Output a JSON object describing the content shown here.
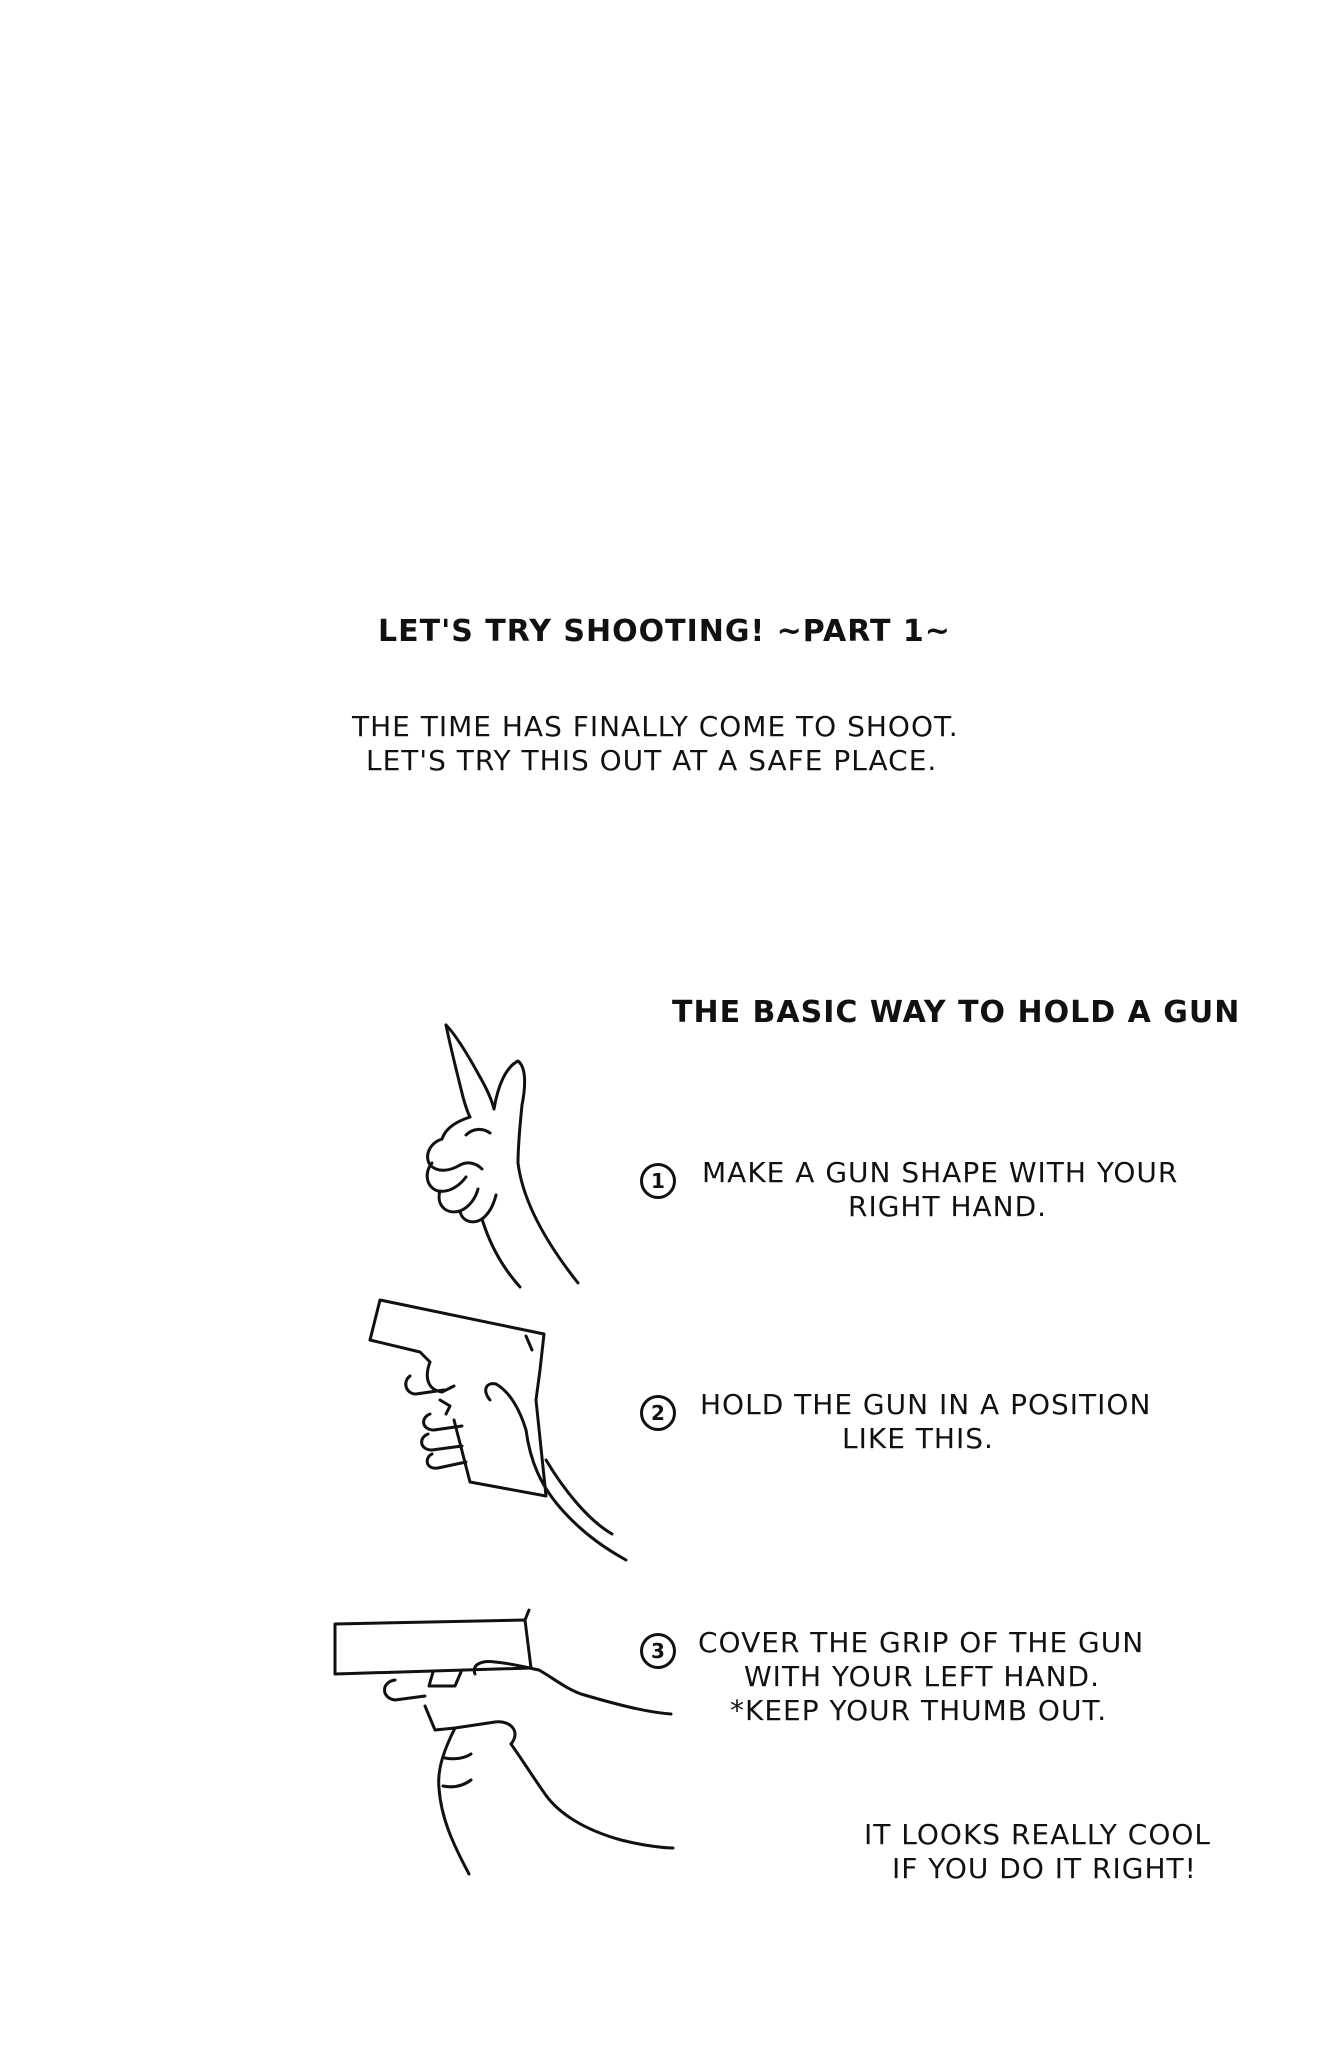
{
  "header": {
    "title": "LET'S TRY SHOOTING! ~PART 1~",
    "intro_line1": "THE TIME HAS FINALLY COME TO SHOOT.",
    "intro_line2": "LET'S TRY THIS OUT AT A SAFE PLACE."
  },
  "section": {
    "title": "THE BASIC WAY TO HOLD A GUN",
    "steps": [
      {
        "number": "1",
        "line1": "MAKE A GUN SHAPE WITH YOUR",
        "line2": "RIGHT HAND.",
        "line3": ""
      },
      {
        "number": "2",
        "line1": "HOLD THE GUN IN A POSITION",
        "line2": "LIKE THIS.",
        "line3": ""
      },
      {
        "number": "3",
        "line1": "COVER THE GRIP OF THE GUN",
        "line2": "WITH YOUR LEFT HAND.",
        "line3": "*KEEP YOUR THUMB OUT."
      }
    ]
  },
  "footer": {
    "line1": "IT LOOKS REALLY COOL",
    "line2": "IF YOU DO IT RIGHT!"
  },
  "illustrations": {
    "step1": "finger-gun-hand-icon",
    "step2": "one-hand-grip-icon",
    "step3": "two-hand-grip-icon"
  }
}
